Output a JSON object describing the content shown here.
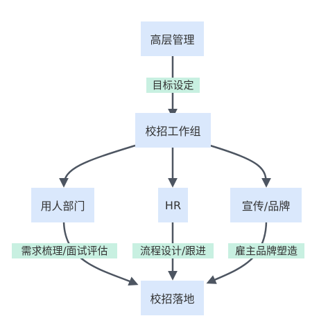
{
  "colors": {
    "node_fill": "#dae8fc",
    "label_bg": "#c8f0e1",
    "edge": "#4d5561",
    "text": "#333333"
  },
  "nodes": {
    "top": "高层管理",
    "team": "校招工作组",
    "dept": "用人部门",
    "hr": "HR",
    "brand": "宣传/品牌",
    "land": "校招落地"
  },
  "edge_labels": {
    "goal": "目标设定",
    "dept": "需求梳理/面试评估",
    "hr": "流程设计/跟进",
    "brand": "雇主品牌塑造"
  }
}
